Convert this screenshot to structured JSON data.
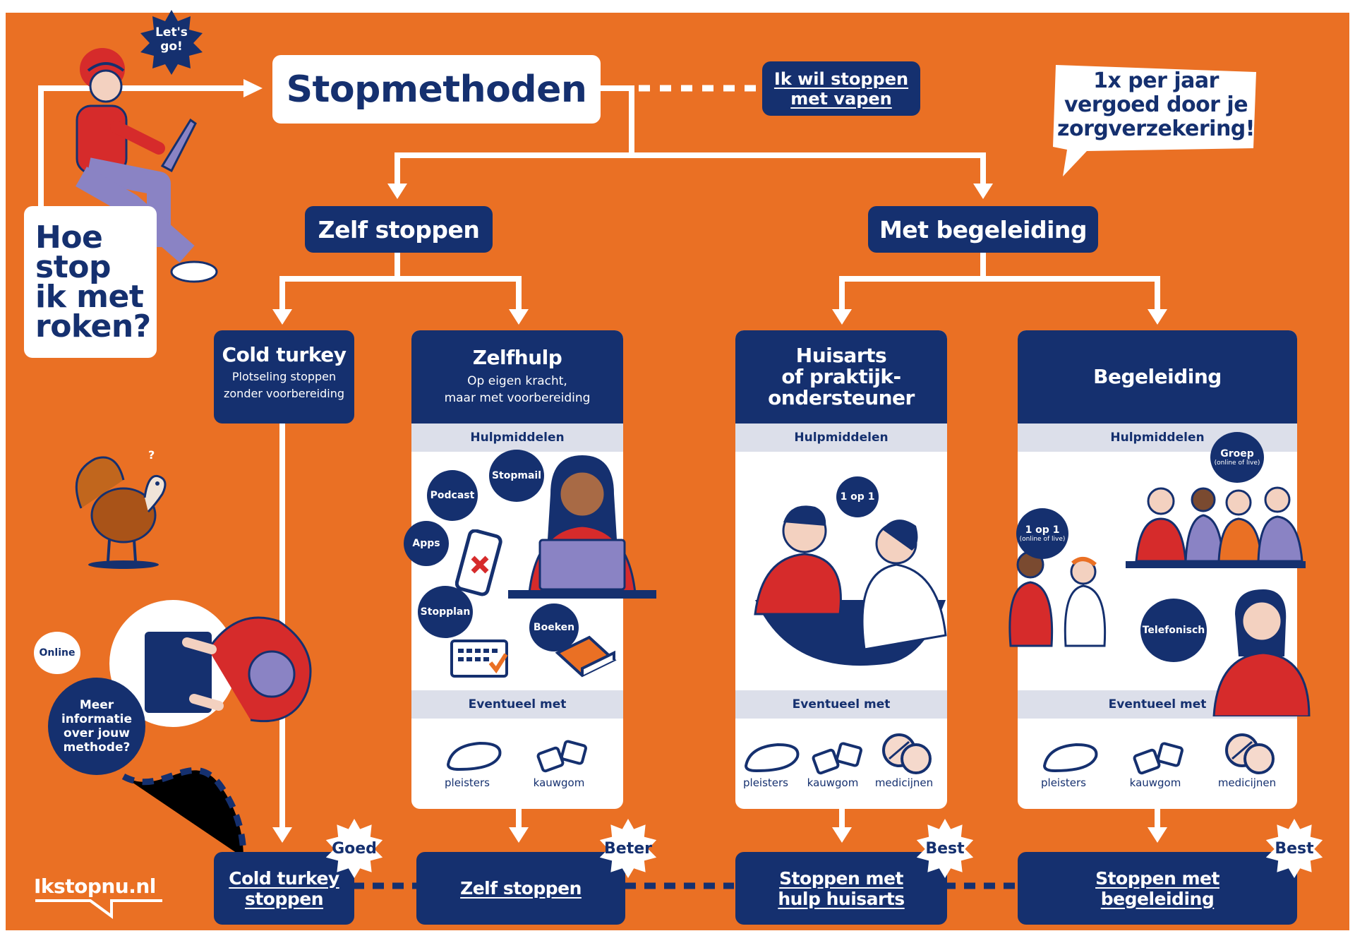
{
  "colors": {
    "orange": "#ea7024",
    "navy": "#15306f",
    "white": "#ffffff",
    "band": "#dcdfea",
    "red": "#d62b2b",
    "purple": "#8a83c4"
  },
  "top": {
    "lets_go_1": "Let's",
    "lets_go_2": "go!",
    "title": "Stopmethoden",
    "vape_1": "Ik wil stoppen",
    "vape_2": "met vapen",
    "insurance_1": "1x per jaar",
    "insurance_2": "vergoed door je",
    "insurance_3": "zorgverzekering!"
  },
  "question": {
    "l1": "Hoe",
    "l2": "stop",
    "l3": "ik met",
    "l4": "roken?"
  },
  "branches": {
    "self": "Zelf stoppen",
    "guided": "Met begeleiding"
  },
  "columns": {
    "cold": {
      "title": "Cold turkey",
      "sub1": "Plotseling stoppen",
      "sub2": "zonder voorbereiding"
    },
    "selfhelp": {
      "title": "Zelfhulp",
      "sub1": "Op eigen kracht,",
      "sub2": "maar met voorbereiding",
      "aids": "Hulpmiddelen",
      "maybe": "Eventueel met"
    },
    "gp": {
      "title1": "Huisarts",
      "title2": "of praktijk-",
      "title3": "ondersteuner",
      "aids": "Hulpmiddelen",
      "maybe": "Eventueel met"
    },
    "guidance": {
      "title": "Begeleiding",
      "aids": "Hulpmiddelen",
      "maybe": "Eventueel met"
    }
  },
  "bubbles": {
    "podcast": "Podcast",
    "stopmail": "Stopmail",
    "apps": "Apps",
    "stopplan": "Stopplan",
    "boeken": "Boeken",
    "one_on_one": "1 op 1",
    "one_on_one_b": "1 op 1",
    "one_on_one_b_sub": "(online of live)",
    "group": "Groep",
    "group_sub": "(online of live)",
    "phone": "Telefonisch"
  },
  "aids_labels": {
    "plasters": "pleisters",
    "gum": "kauwgom",
    "meds": "medicijnen"
  },
  "info": {
    "online": "Online",
    "more_1": "Meer",
    "more_2": "informatie",
    "more_3": "over jouw",
    "more_4": "methode?"
  },
  "badges": {
    "good": "Goed",
    "better": "Beter",
    "best": "Best"
  },
  "outcomes": {
    "cold_1": "Cold turkey",
    "cold_2": "stoppen",
    "self": "Zelf stoppen",
    "gp_1": "Stoppen met",
    "gp_2": "hulp huisarts",
    "guided_1": "Stoppen met",
    "guided_2": "begeleiding"
  },
  "logo": "Ikstopnu.nl"
}
